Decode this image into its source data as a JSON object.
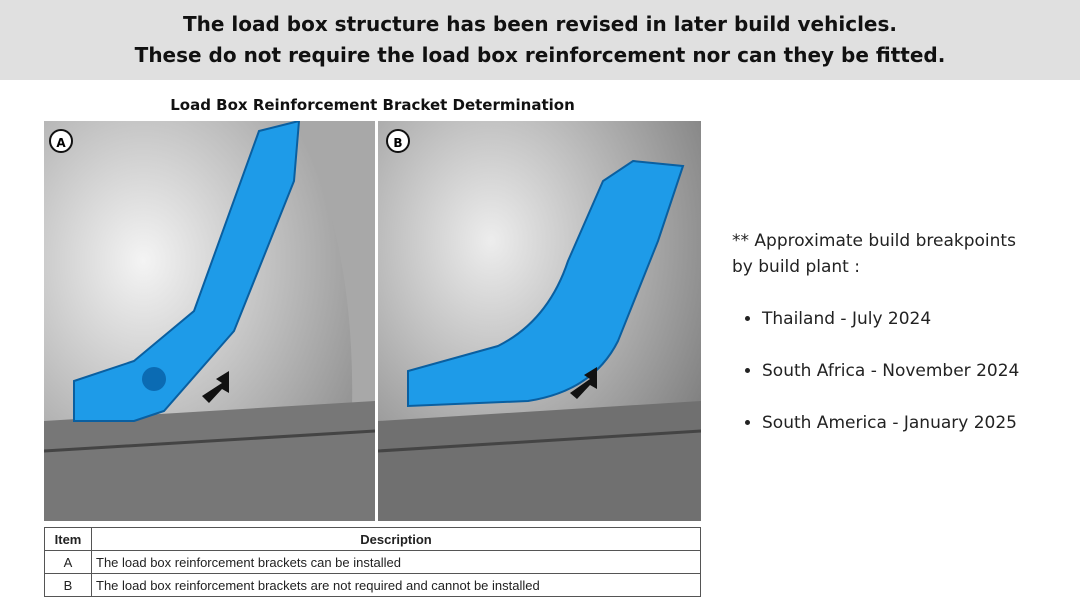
{
  "banner": {
    "line1": "The load box structure has been revised in later build vehicles.",
    "line2": "These do not require the load box reinforcement nor can they be fitted."
  },
  "figure": {
    "title": "Load Box Reinforcement Bracket Determination",
    "panels": [
      {
        "label": "A"
      },
      {
        "label": "B"
      }
    ]
  },
  "table": {
    "headers": [
      "Item",
      "Description"
    ],
    "rows": [
      {
        "item": "A",
        "description": "The load box reinforcement brackets can be installed"
      },
      {
        "item": "B",
        "description": "The load box reinforcement brackets are not required and cannot be installed"
      }
    ]
  },
  "notes": {
    "heading_line1": "** Approximate build breakpoints",
    "heading_line2": "by build plant :",
    "items": [
      "Thailand - July 2024",
      "South Africa - November 2024",
      "South America - January 2025"
    ]
  },
  "colors": {
    "bracket": "#1e9be8",
    "banner": "#e0e0e0"
  }
}
